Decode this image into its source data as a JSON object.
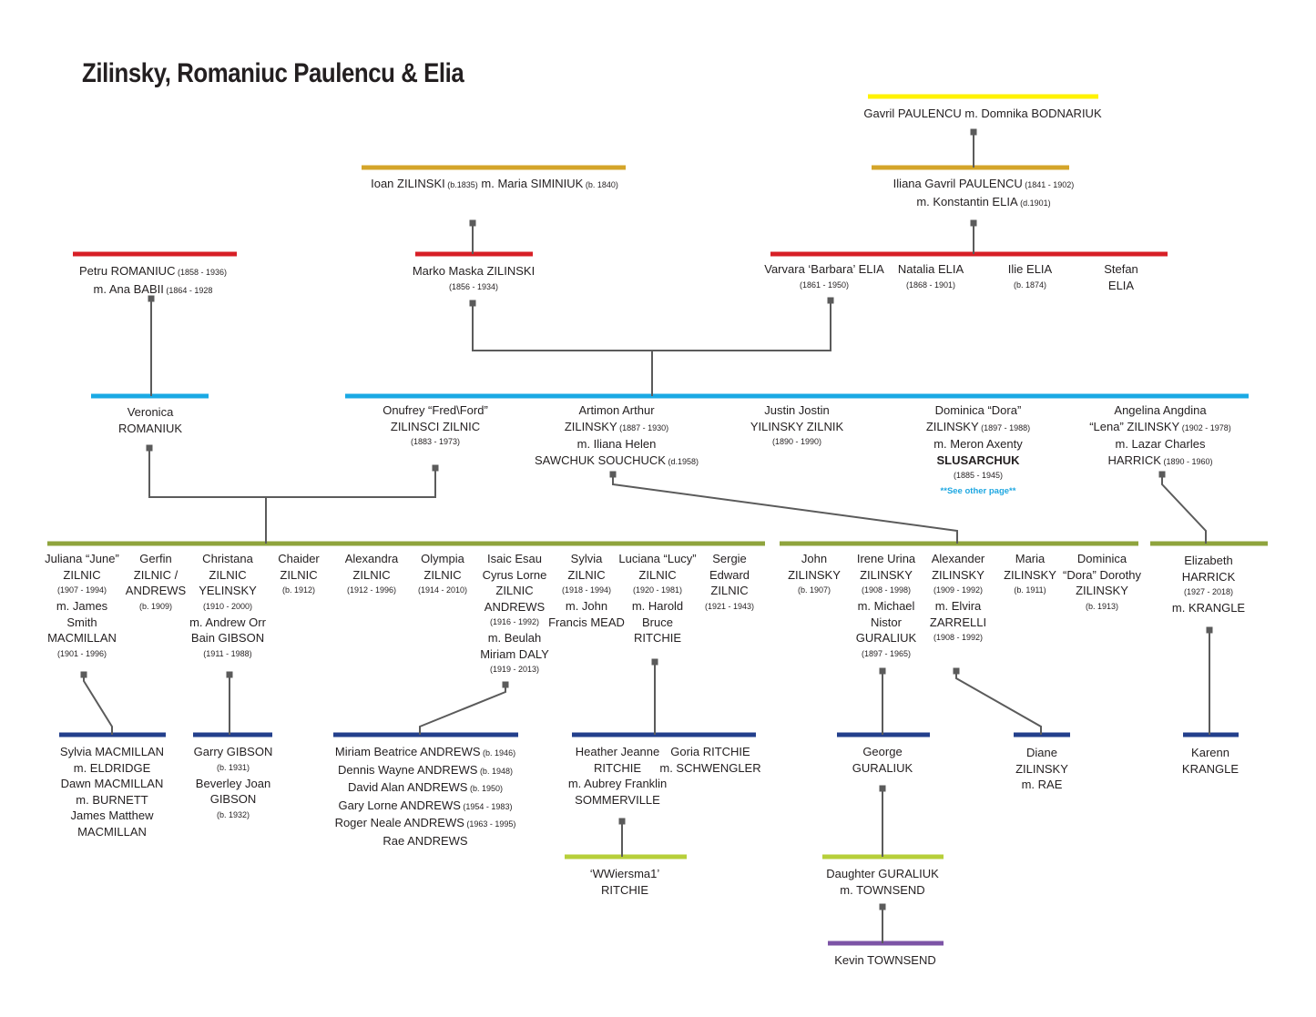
{
  "title": "Zilinsky, Romaniuc Paulencu & Elia",
  "colors": {
    "yellow": "#fff200",
    "gold": "#d4a52a",
    "red": "#d71f26",
    "cyan": "#1aa9e4",
    "olive": "#8fa43d",
    "navy": "#233f8c",
    "lime": "#b7cf3a",
    "purple": "#7d54a6",
    "line": "#5b5b5b"
  },
  "people": {
    "gavril": [
      {
        "t": "Gavril PAULENCU m. Domnika BODNARIUK"
      }
    ],
    "ioan": [
      {
        "t": "Ioan ZILINSKI",
        "d": " (b.1835)",
        "t2": " m. Maria SIMINIUK",
        "d2": " (b. 1840)"
      }
    ],
    "iliana": [
      {
        "t": "Iliana Gavril PAULENCU",
        "d": " (1841 - 1902)"
      },
      {
        "t": "m. Konstantin ELIA",
        "d": " (d.1901)"
      }
    ],
    "petru": [
      {
        "t": "Petru ROMANIUC",
        "d": " (1858 - 1936)"
      },
      {
        "t": "m. Ana BABII",
        "d": " (1864 - 1928"
      }
    ],
    "marko": [
      {
        "t": "Marko Maska ZILINSKI"
      },
      {
        "s": "(1856 - 1934)"
      }
    ],
    "varvara": [
      {
        "t": "Varvara ‘Barbara’ ELIA"
      },
      {
        "s": "(1861 - 1950)"
      }
    ],
    "natalia": [
      {
        "t": "Natalia ELIA"
      },
      {
        "s": "(1868 - 1901)"
      }
    ],
    "ilie": [
      {
        "t": "Ilie ELIA"
      },
      {
        "s": "(b. 1874)"
      }
    ],
    "stefan": [
      {
        "t": "Stefan"
      },
      {
        "t": "ELIA"
      }
    ],
    "veronica": [
      {
        "t": "Veronica"
      },
      {
        "t": "ROMANIUK"
      }
    ],
    "onufrey": [
      {
        "t": "Onufrey “Fred\\Ford”"
      },
      {
        "t": "ZILINSCI ZILNIC"
      },
      {
        "s": "(1883 - 1973)"
      }
    ],
    "artimon": [
      {
        "t": "Artimon Arthur"
      },
      {
        "t": "ZILINSKY",
        "d": " (1887 - 1930)"
      },
      {
        "t": "m. Iliana Helen"
      },
      {
        "t": "SAWCHUK SOUCHUCK",
        "d": " (d.1958)"
      }
    ],
    "justin": [
      {
        "t": "Justin Jostin"
      },
      {
        "t": "YILINSKY ZILNIK"
      },
      {
        "s": "(1890 - 1990)"
      }
    ],
    "dominica": [
      {
        "t": "Dominica “Dora”"
      },
      {
        "t": "ZILINSKY",
        "d": " (1897 - 1988)"
      },
      {
        "t": "m. Meron Axenty"
      },
      {
        "b": "SLUSARCHUK"
      },
      {
        "s": "(1885 - 1945)"
      },
      {
        "n": "**See other page**"
      }
    ],
    "angelina": [
      {
        "t": "Angelina Angdina"
      },
      {
        "t": "“Lena” ZILINSKY",
        "d": " (1902 - 1978)"
      },
      {
        "t": "m. Lazar Charles"
      },
      {
        "t": "HARRICK",
        "d": " (1890 - 1960)"
      }
    ],
    "juliana": [
      {
        "t": "Juliana “June”"
      },
      {
        "t": "ZILNIC"
      },
      {
        "s": "(1907 - 1994)"
      },
      {
        "t": "m. James"
      },
      {
        "t": "Smith"
      },
      {
        "t": "MACMILLAN"
      },
      {
        "s": "(1901 - 1996)"
      }
    ],
    "gerfin": [
      {
        "t": "Gerfin"
      },
      {
        "t": "ZILNIC /"
      },
      {
        "t": "ANDREWS"
      },
      {
        "s": "(b. 1909)"
      }
    ],
    "christana": [
      {
        "t": "Christana"
      },
      {
        "t": "ZILNIC"
      },
      {
        "t": "YELINSKY"
      },
      {
        "s": "(1910 - 2000)"
      },
      {
        "t": "m. Andrew Orr"
      },
      {
        "t": "Bain GIBSON"
      },
      {
        "s": "(1911 - 1988)"
      }
    ],
    "chaider": [
      {
        "t": "Chaider"
      },
      {
        "t": "ZILNIC"
      },
      {
        "s": "(b. 1912)"
      }
    ],
    "alexandra": [
      {
        "t": "Alexandra"
      },
      {
        "t": "ZILNIC"
      },
      {
        "s": "(1912 - 1996)"
      }
    ],
    "olympia": [
      {
        "t": "Olympia"
      },
      {
        "t": "ZILNIC"
      },
      {
        "s": "(1914 - 2010)"
      }
    ],
    "isaic": [
      {
        "t": "Isaic Esau"
      },
      {
        "t": "Cyrus Lorne"
      },
      {
        "t": "ZILNIC"
      },
      {
        "t": "ANDREWS"
      },
      {
        "s": "(1916 - 1992)"
      },
      {
        "t": "m. Beulah"
      },
      {
        "t": "Miriam DALY"
      },
      {
        "s": "(1919 - 2013)"
      }
    ],
    "sylvia": [
      {
        "t": "Sylvia"
      },
      {
        "t": "ZILNIC"
      },
      {
        "s": "(1918 - 1994)"
      },
      {
        "t": "m. John"
      },
      {
        "t": "Francis MEAD"
      }
    ],
    "luciana": [
      {
        "t": "Luciana “Lucy”"
      },
      {
        "t": "ZILNIC"
      },
      {
        "s": "(1920 - 1981)"
      },
      {
        "t": "m. Harold"
      },
      {
        "t": "Bruce"
      },
      {
        "t": "RITCHIE"
      }
    ],
    "sergie": [
      {
        "t": "Sergie"
      },
      {
        "t": "Edward"
      },
      {
        "t": "ZILNIC"
      },
      {
        "s": "(1921 - 1943)"
      }
    ],
    "john": [
      {
        "t": "John"
      },
      {
        "t": "ZILINSKY"
      },
      {
        "s": "(b. 1907)"
      }
    ],
    "irene": [
      {
        "t": "Irene Urina"
      },
      {
        "t": "ZILINSKY"
      },
      {
        "s": "(1908 - 1998)"
      },
      {
        "t": "m. Michael"
      },
      {
        "t": "Nistor"
      },
      {
        "t": "GURALIUK"
      },
      {
        "s": "(1897 - 1965)"
      }
    ],
    "alexander": [
      {
        "t": "Alexander"
      },
      {
        "t": "ZILINSKY"
      },
      {
        "s": "(1909 - 1992)"
      },
      {
        "t": "m. Elvira"
      },
      {
        "t": "ZARRELLI"
      },
      {
        "s": "(1908 - 1992)"
      }
    ],
    "maria": [
      {
        "t": "Maria"
      },
      {
        "t": "ZILINSKY"
      },
      {
        "s": "(b. 1911)"
      }
    ],
    "dominica2": [
      {
        "t": "Dominica"
      },
      {
        "t": "“Dora” Dorothy"
      },
      {
        "t": "ZILINSKY"
      },
      {
        "s": "(b. 1913)"
      }
    ],
    "elizabeth": [
      {
        "t": "Elizabeth"
      },
      {
        "t": "HARRICK"
      },
      {
        "s": "(1927 - 2018)"
      },
      {
        "t": "m. KRANGLE"
      }
    ],
    "sylviaM": [
      {
        "t": "Sylvia MACMILLAN"
      },
      {
        "t": "m. ELDRIDGE"
      },
      {
        "t": "Dawn MACMILLAN"
      },
      {
        "t": "m. BURNETT"
      },
      {
        "t": "James Matthew"
      },
      {
        "t": "MACMILLAN"
      }
    ],
    "garry": [
      {
        "t": "Garry GIBSON"
      },
      {
        "s": "(b. 1931)"
      },
      {
        "t": "Beverley Joan"
      },
      {
        "t": "GIBSON"
      },
      {
        "s": "(b. 1932)"
      }
    ],
    "miriam": [
      {
        "t": "Miriam Beatrice ANDREWS",
        "d": " (b. 1946)"
      },
      {
        "t": "Dennis Wayne ANDREWS",
        "d": " (b. 1948)"
      },
      {
        "t": "David Alan ANDREWS",
        "d": " (b. 1950)"
      },
      {
        "t": "Gary Lorne ANDREWS",
        "d": " (1954 - 1983)"
      },
      {
        "t": "Roger Neale ANDREWS",
        "d": " (1963 - 1995)"
      },
      {
        "t": "Rae ANDREWS"
      }
    ],
    "heather": [
      {
        "t": "Heather Jeanne"
      },
      {
        "t": "RITCHIE"
      },
      {
        "t": "m. Aubrey Franklin"
      },
      {
        "t": "SOMMERVILLE"
      }
    ],
    "goria": [
      {
        "t": "Goria RITCHIE"
      },
      {
        "t": "m. SCHWENGLER"
      }
    ],
    "george": [
      {
        "t": "George"
      },
      {
        "t": "GURALIUK"
      }
    ],
    "diane": [
      {
        "t": "Diane"
      },
      {
        "t": "ZILINSKY"
      },
      {
        "t": "m. RAE"
      }
    ],
    "karenn": [
      {
        "t": "Karenn"
      },
      {
        "t": "KRANGLE"
      }
    ],
    "wwiersma": [
      {
        "t": "‘WWiersma1’"
      },
      {
        "t": "RITCHIE"
      }
    ],
    "daughter": [
      {
        "t": "Daughter GURALIUK"
      },
      {
        "t": "m. TOWNSEND"
      }
    ],
    "kevin": [
      {
        "t": "Kevin TOWNSEND"
      }
    ]
  }
}
